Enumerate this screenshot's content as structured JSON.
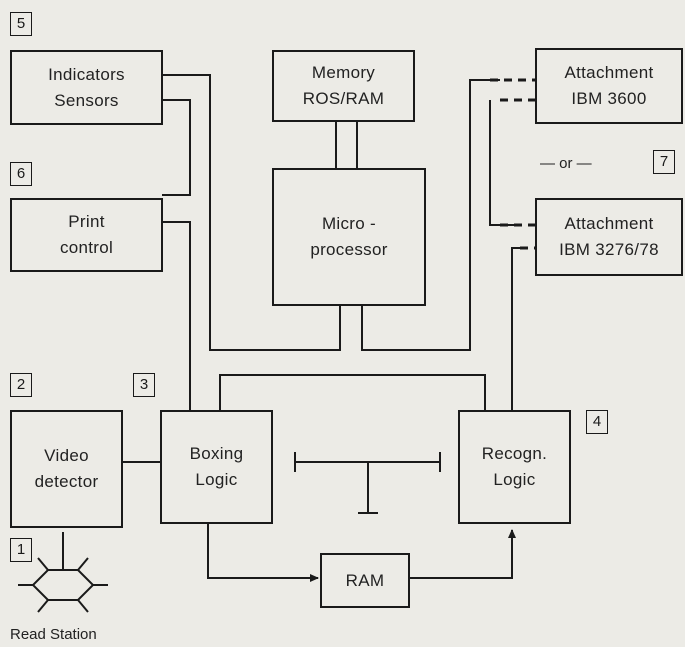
{
  "blocks": {
    "indicators": {
      "line1": "Indicators",
      "line2": "Sensors"
    },
    "memory": {
      "line1": "Memory",
      "line2": "ROS/RAM"
    },
    "att3600": {
      "line1": "Attachment",
      "line2": "IBM 3600"
    },
    "print": {
      "line1": "Print",
      "line2": "control"
    },
    "micro": {
      "line1": "Micro -",
      "line2": "processor"
    },
    "att3276": {
      "line1": "Attachment",
      "line2": "IBM 3276/78"
    },
    "video": {
      "line1": "Video",
      "line2": "detector"
    },
    "boxing": {
      "line1": "Boxing",
      "line2": "Logic"
    },
    "recogn": {
      "line1": "Recogn.",
      "line2": "Logic"
    },
    "ram": {
      "line1": "RAM"
    }
  },
  "numbers": {
    "n1": "1",
    "n2": "2",
    "n3": "3",
    "n4": "4",
    "n5": "5",
    "n6": "6",
    "n7": "7"
  },
  "or_label": "— or —",
  "read_station_label": "Read Station",
  "colors": {
    "ink": "#1a1a1a",
    "background": "#ecebe6"
  }
}
